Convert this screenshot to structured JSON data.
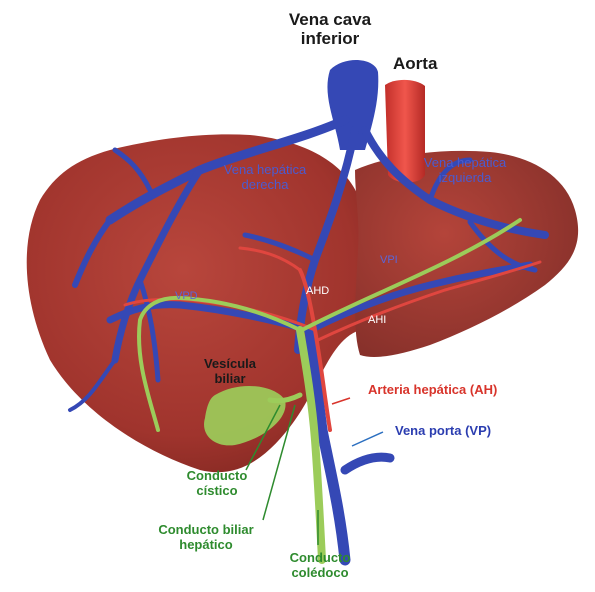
{
  "labels": {
    "ivc_line1": "Vena cava",
    "ivc_line2": "inferior",
    "aorta": "Aorta",
    "rhv_line1": "Vena hepática",
    "rhv_line2": "derecha",
    "lhv_line1": "Vena hepática",
    "lhv_line2": "izquierda",
    "vpi": "VPI",
    "vpd": "VPD",
    "ahd": "AHD",
    "ahi": "AHI",
    "gallbladder_line1": "Vesícula",
    "gallbladder_line2": "biliar",
    "hepatic_artery": "Arteria hepática (AH)",
    "portal_vein": "Vena porta (VP)",
    "cystic_line1": "Conducto",
    "cystic_line2": "cístico",
    "hepatic_duct_line1": "Conducto biliar",
    "hepatic_duct_line2": "hepático",
    "cbd_line1": "Conducto",
    "cbd_line2": "colédoco"
  },
  "colors": {
    "liver": "#a83a33",
    "liver_dark": "#7e2620",
    "vein": "#3548b5",
    "artery": "#e0463f",
    "duct": "#9ccc5a",
    "artery_label": "#d8342b",
    "vein_label": "#2b3db0",
    "duct_label": "#2e8b2e"
  }
}
